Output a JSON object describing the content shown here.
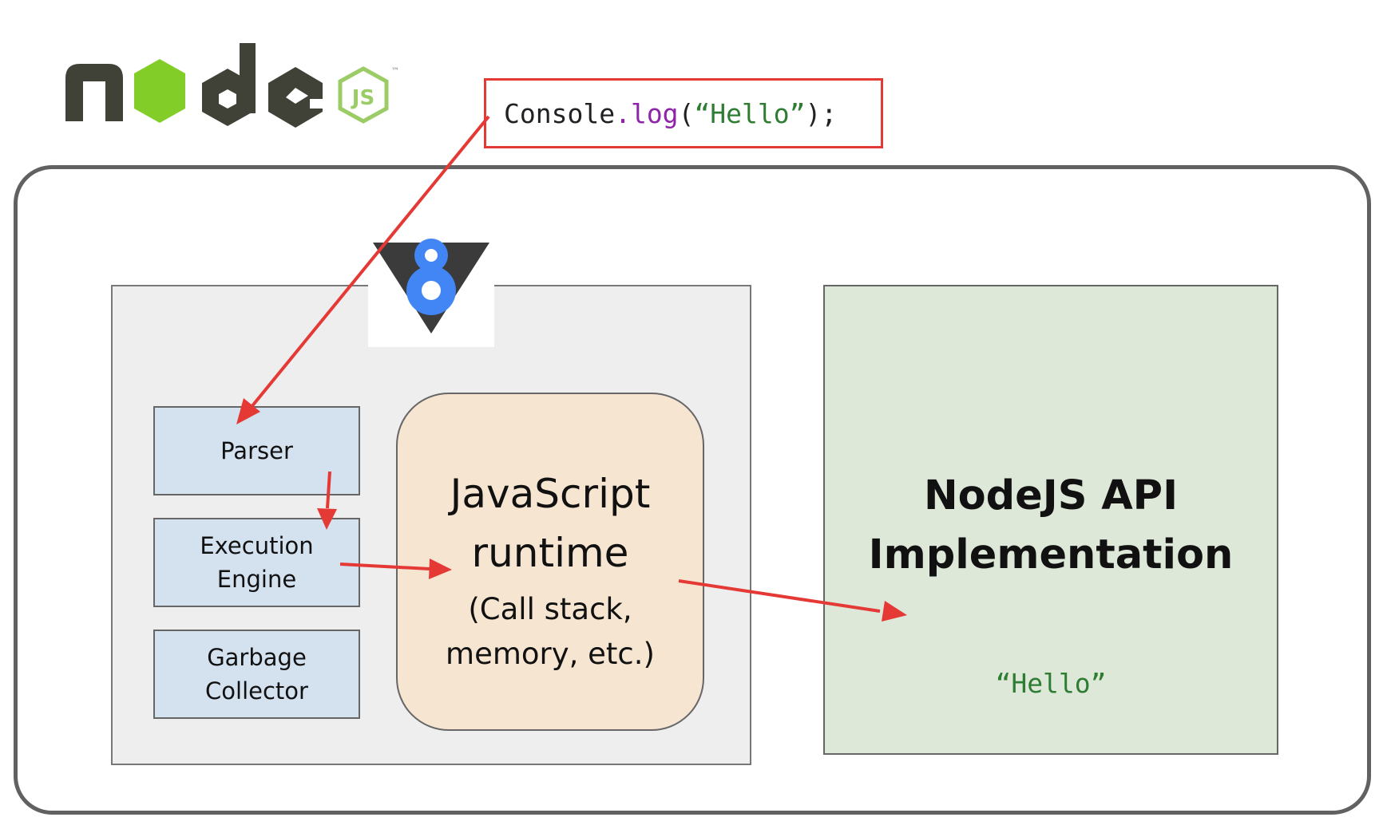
{
  "logo": {
    "icon": "nodejs-logo",
    "letters": [
      "n",
      "o",
      "d",
      "e"
    ],
    "badge_text": "JS",
    "trademark": "™",
    "colors": {
      "dark": "#404137",
      "green": "#83cd29",
      "badge": "#9ccc65"
    }
  },
  "code": {
    "object": "Console",
    "method": ".log",
    "open_paren": "(",
    "string": "“Hello”",
    "close": ");"
  },
  "v8": {
    "icon": "v8-logo",
    "logo_text": "8",
    "colors": {
      "dark": "#3b3b3b",
      "blue": "#4285f4"
    },
    "components": {
      "parser": "Parser",
      "execution_line1": "Execution",
      "execution_line2": "Engine",
      "garbage_line1": "Garbage",
      "garbage_line2": "Collector"
    }
  },
  "runtime": {
    "title_line1": "JavaScript",
    "title_line2": "runtime",
    "sub_line1": "(Call stack,",
    "sub_line2": "memory, etc.)"
  },
  "api": {
    "title_line1": "NodeJS API",
    "title_line2": "Implementation",
    "output": "“Hello”"
  },
  "colors": {
    "arrow": "#e53935",
    "component_fill": "#d4e1ef",
    "runtime_fill": "#f6e5d1",
    "api_fill": "#dde8d8",
    "v8_panel_fill": "#eeeeee",
    "frame_border": "#616161"
  }
}
